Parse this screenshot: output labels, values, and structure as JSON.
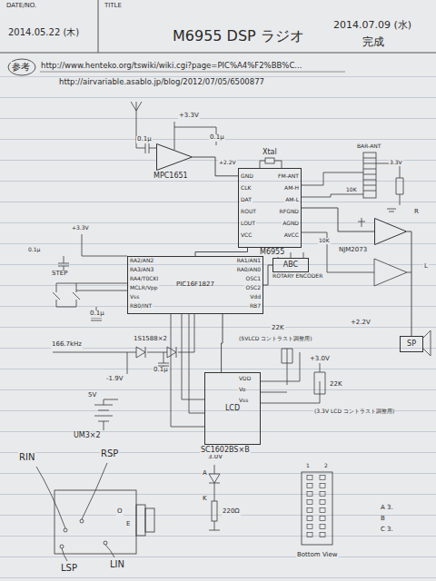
{
  "diagram": {
    "title": "M6955 DSP ラジオ",
    "nodes": [
      {
        "text": [
          "MPC1651"
        ]
      },
      {
        "text": [
          "M6955"
        ]
      },
      {
        "text": [
          "PIC16F1827"
        ]
      },
      {
        "text": [
          "ABC",
          "ROTARY ENCODER"
        ]
      },
      {
        "text": [
          "LCD",
          "SC1602BS×B"
        ]
      },
      {
        "text": [
          "NJM2073"
        ]
      },
      {
        "text": [
          "SP"
        ]
      }
    ],
    "edges": [
      {
        "from": 0,
        "to": 1,
        "arrow": "none"
      },
      {
        "from": 3,
        "to": 2,
        "arrow": "none"
      },
      {
        "from": 2,
        "to": 1,
        "arrow": "none"
      },
      {
        "from": 2,
        "to": 4,
        "arrow": "none"
      },
      {
        "from": 1,
        "to": 5,
        "arrow": "none"
      },
      {
        "from": 5,
        "to": 6,
        "arrow": "none"
      }
    ],
    "labels": [
      "DATE/NO.",
      "TITLE",
      "2014.05.22 (木)",
      "2014.07.09 (水)",
      "完成",
      "参考",
      "http://www.henteko.org/tswiki/wiki.cgi?page=PIC%A4%F2%BB%C...",
      "http://airvariable.asablo.jp/blog/2012/07/05/6500877",
      "+3.3V",
      "0.1μ",
      "0.1μ",
      "Xtal",
      "BAR-ANT",
      "+2.2V",
      "GND",
      "CLK",
      "DAT",
      "ROUT",
      "LOUT",
      "VCC",
      "FM-ANT",
      "AM-H",
      "AM-L",
      "RFGND",
      "AGND",
      "AVCC",
      "10K",
      "10K",
      "3.3V",
      "+3.3V",
      "0.1μ",
      "STEP",
      "0.1μ",
      "1S1588×2",
      "166.7kHz",
      "-1.9V",
      "0.1μ",
      "22K",
      "(5VLCD コントラスト調整用)",
      "+3.0V",
      "+2.2V",
      "22K",
      "(3.3V LCD コントラスト調整用)",
      "5V",
      "UM3×2",
      "RA2/AN2",
      "RA3/AN3",
      "RA4/T0CKI",
      "MCLR/Vpp",
      "Vss",
      "RB0/INT",
      "RA1/AN1",
      "RA0/AN0",
      "OSC1",
      "OSC2",
      "Vdd",
      "RB7",
      "VDD",
      "Vo",
      "Vss",
      "RIN",
      "RSP",
      "LSP",
      "LIN",
      "O",
      "E",
      "3.0V",
      "A",
      "K",
      "220Ω",
      "Bottom View",
      "1",
      "2",
      "A 3.",
      "B",
      "C 3.",
      "R",
      "L"
    ]
  }
}
